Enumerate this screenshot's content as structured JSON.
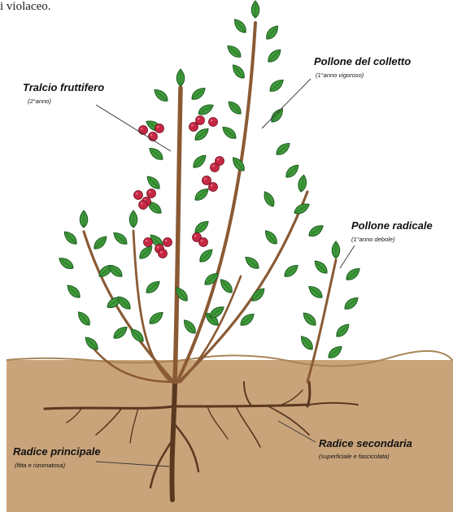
{
  "header": {
    "partial_text": "i violaceo."
  },
  "labels": {
    "tralcio": {
      "title": "Tralcio fruttifero",
      "note": "(2°anno)"
    },
    "pollone_colletto": {
      "title": "Pollone del colletto",
      "note": "(1°anno vigoroso)"
    },
    "pollone_radicale": {
      "title": "Pollone radicale",
      "note": "(1°anno debole)"
    },
    "radice_principale": {
      "title": "Radice principale",
      "note": "(fitta e rizomatosa)"
    },
    "radice_secondaria": {
      "title": "Radice secondaria",
      "note": "(superficiale e fascicolata)"
    }
  },
  "colors": {
    "soil": "#c9a47a",
    "stem": "#8a5a34",
    "leaf": "#3f9a3a",
    "leaf_dark": "#1f5e22",
    "fruit": "#c62844",
    "root": "#5a3820"
  }
}
